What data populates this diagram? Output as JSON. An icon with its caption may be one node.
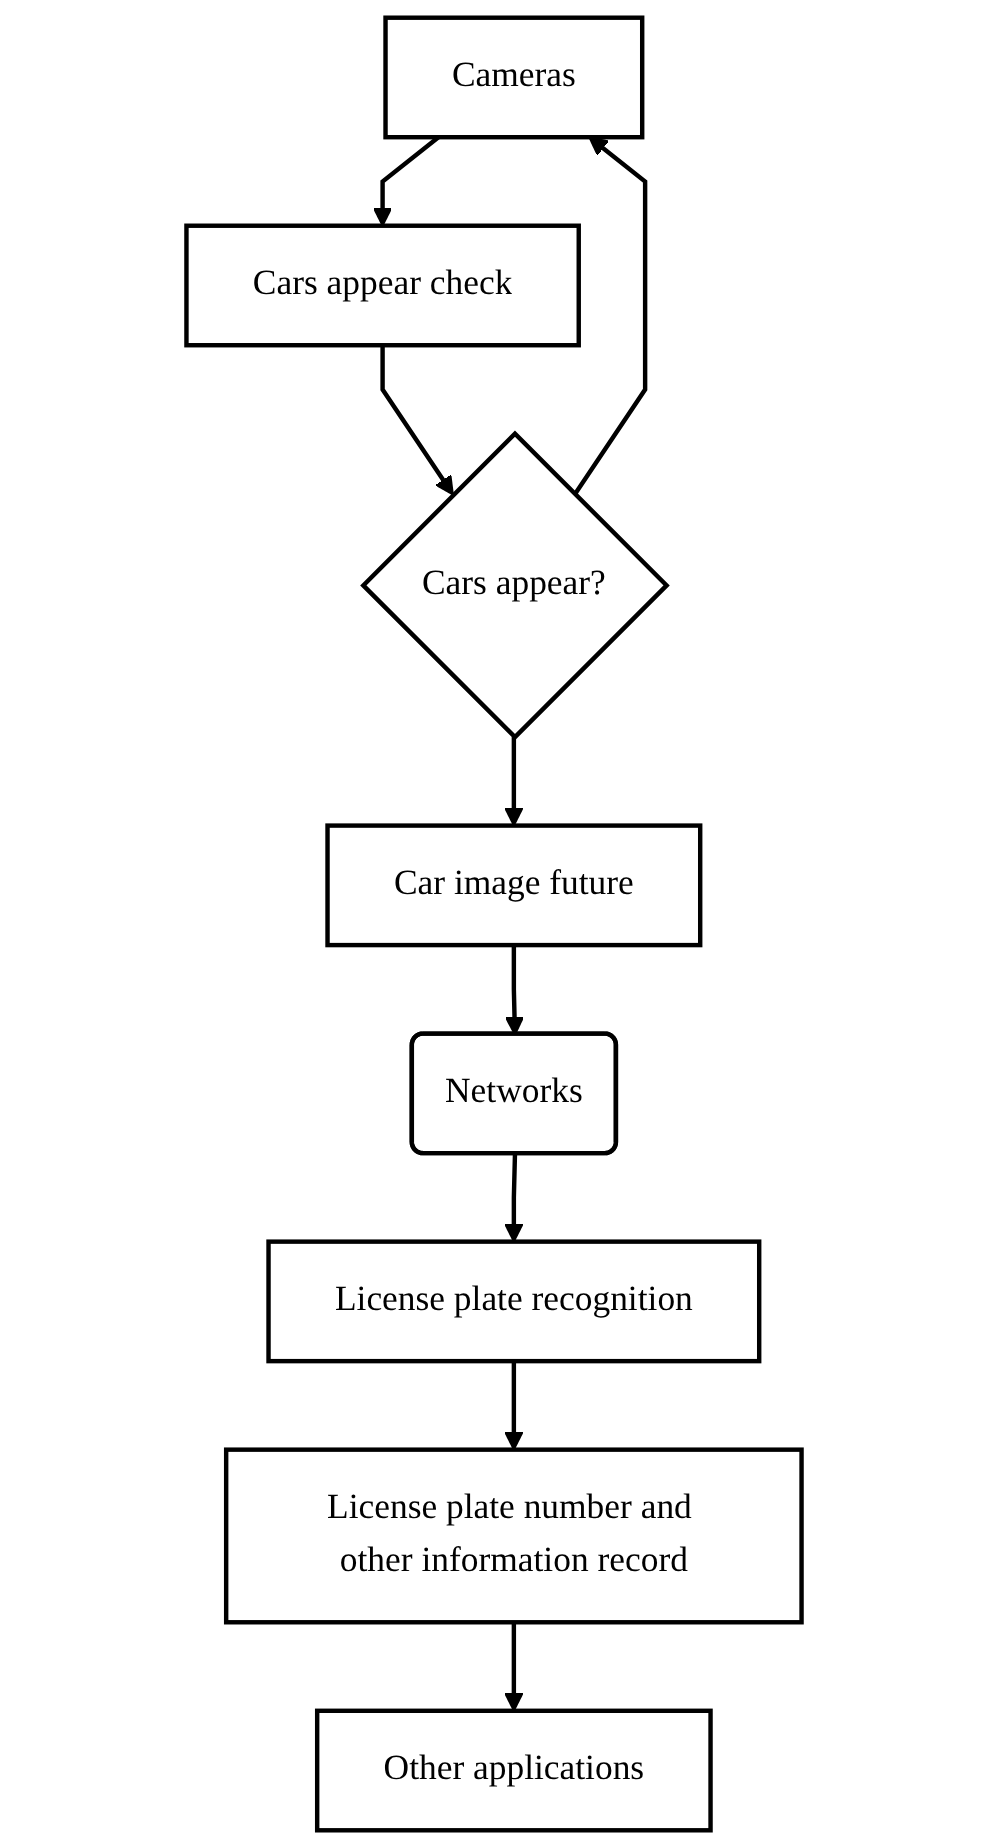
{
  "diagram": {
    "nodes": [
      {
        "text": [
          "Cameras"
        ]
      },
      {
        "text": [
          "Cars appear check"
        ]
      },
      {
        "text": [
          "Cars appear?"
        ]
      },
      {
        "text": [
          "Car image future"
        ]
      },
      {
        "text": [
          "Networks"
        ]
      },
      {
        "text": [
          "License plate recognition"
        ]
      },
      {
        "text": [
          "License plate number and other information record"
        ]
      },
      {
        "text": [
          "Other applications"
        ]
      }
    ],
    "edges": [
      {
        "from": 0,
        "to": 1,
        "arrow": "to"
      },
      {
        "from": 1,
        "to": 2,
        "arrow": "to"
      },
      {
        "from": 2,
        "to": 0,
        "arrow": "to"
      },
      {
        "from": 2,
        "to": 3,
        "arrow": "to"
      },
      {
        "from": 3,
        "to": 4,
        "arrow": "to"
      },
      {
        "from": 4,
        "to": 5,
        "arrow": "to"
      },
      {
        "from": 5,
        "to": 6,
        "arrow": "to"
      },
      {
        "from": 6,
        "to": 7,
        "arrow": "to"
      }
    ]
  }
}
